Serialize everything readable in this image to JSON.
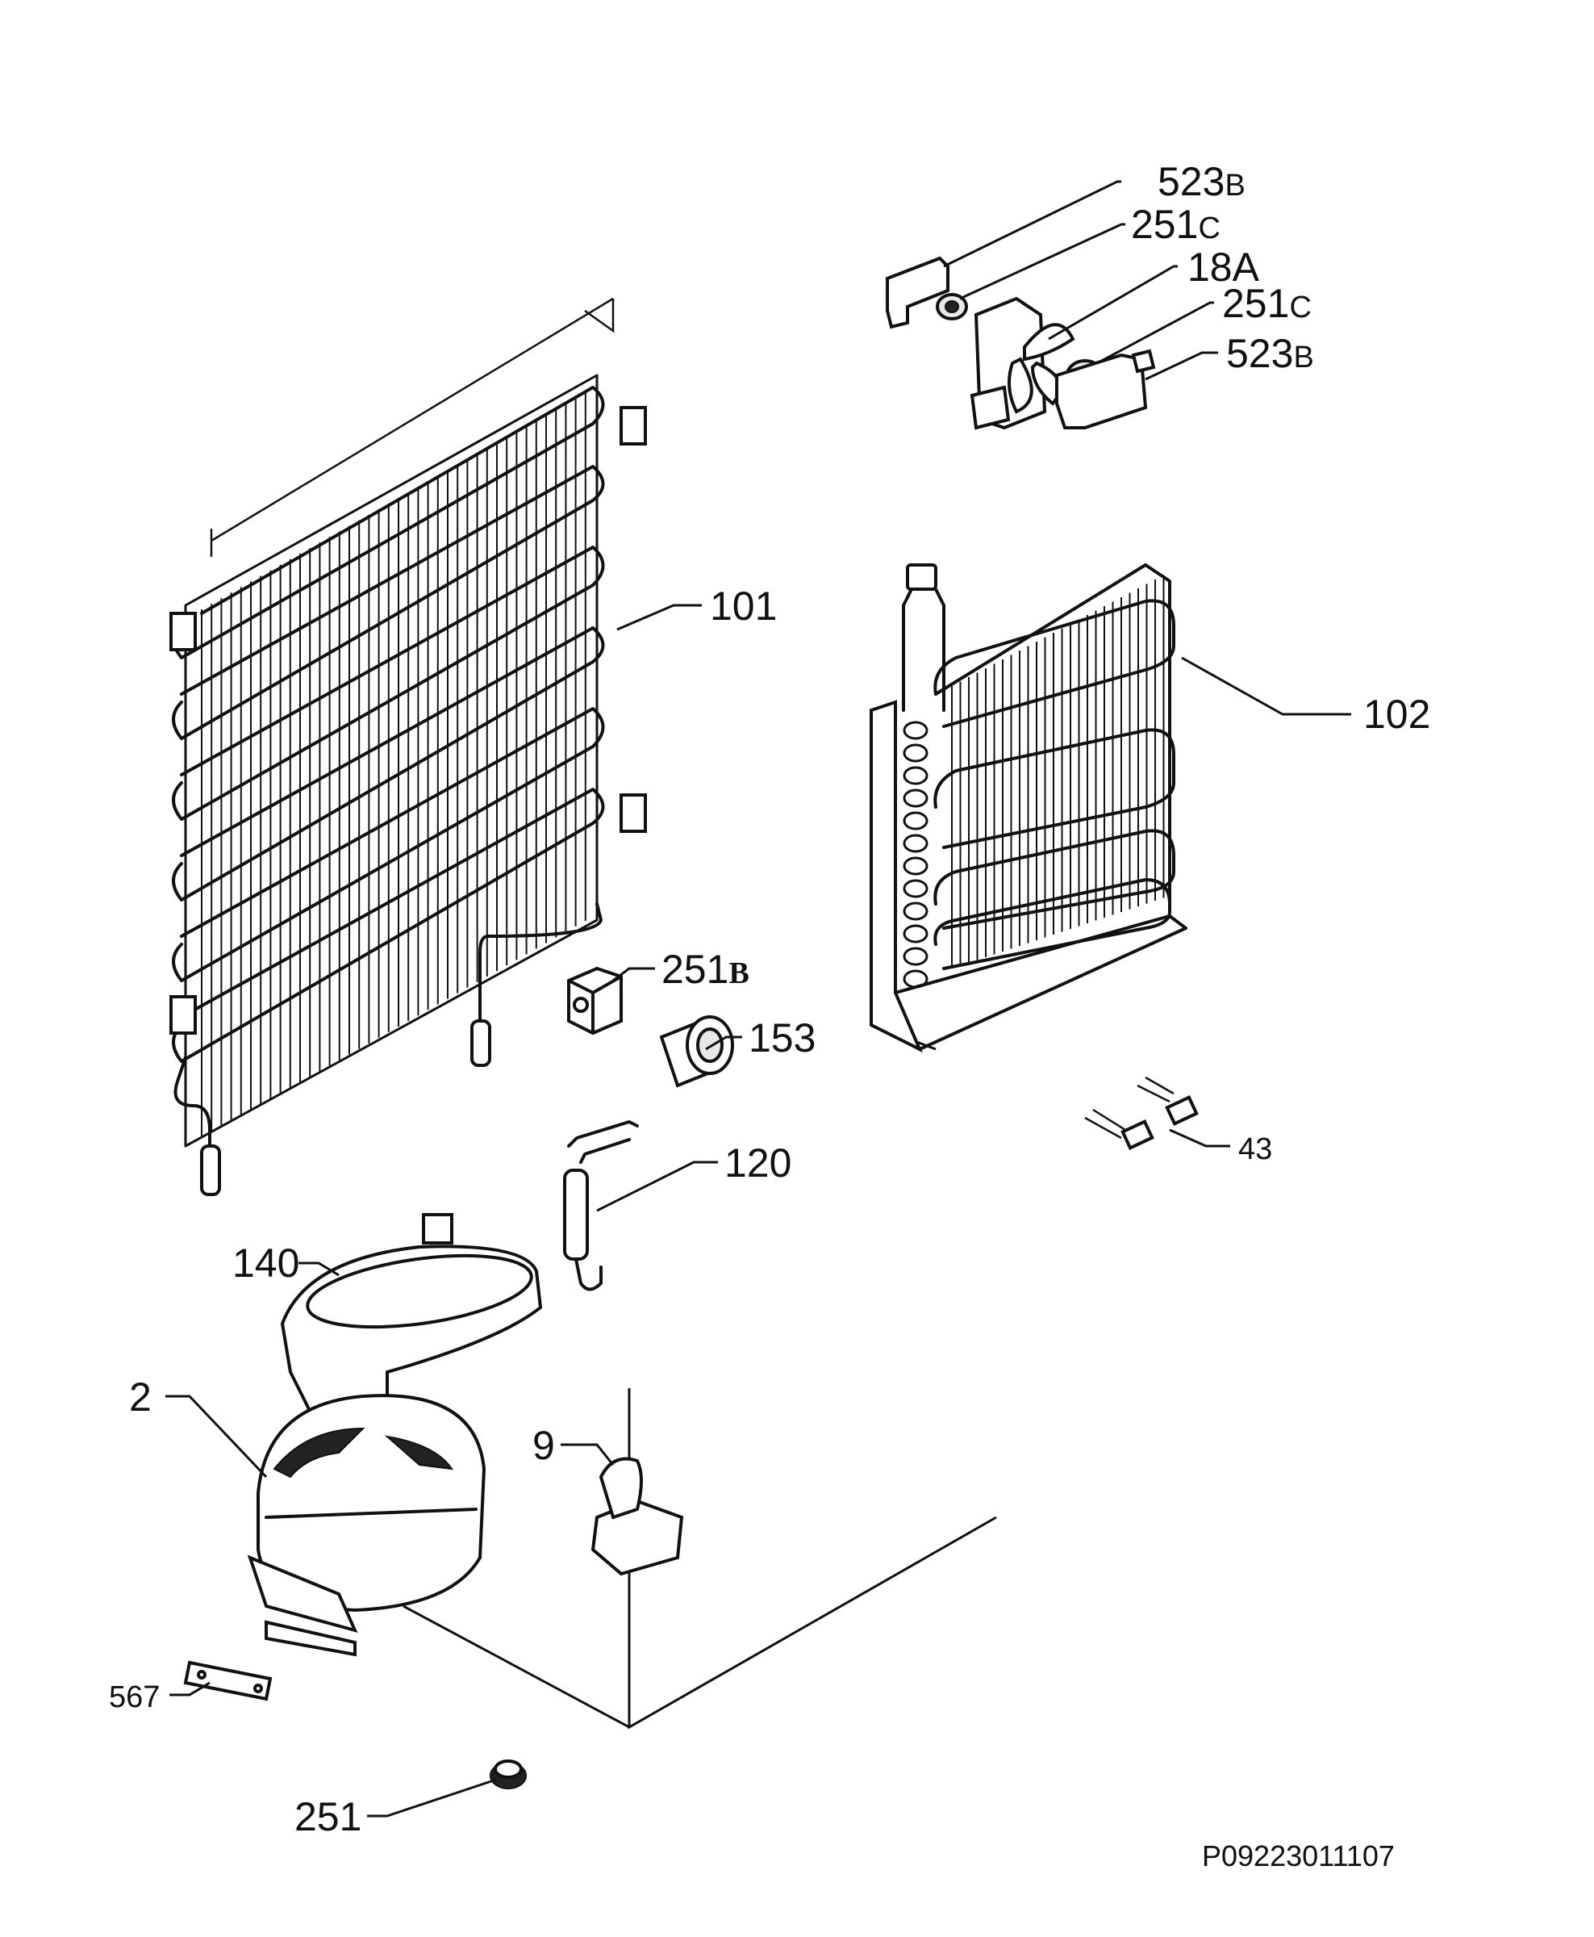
{
  "callouts": {
    "c523b_top": {
      "num": "523",
      "suffix": "B"
    },
    "c251c_top": {
      "num": "251",
      "suffix": "C"
    },
    "c18a": {
      "num": "18A",
      "suffix": ""
    },
    "c251c_bottom": {
      "num": "251",
      "suffix": "C"
    },
    "c523b_bottom": {
      "num": "523",
      "suffix": "B"
    },
    "c101": {
      "num": "101",
      "suffix": ""
    },
    "c102": {
      "num": "102",
      "suffix": ""
    },
    "c251b": {
      "num": "251",
      "suffix": "B"
    },
    "c153": {
      "num": "153",
      "suffix": ""
    },
    "c43": {
      "num": "43",
      "suffix": ""
    },
    "c120": {
      "num": "120",
      "suffix": ""
    },
    "c140": {
      "num": "140",
      "suffix": ""
    },
    "c2": {
      "num": "2",
      "suffix": ""
    },
    "c9": {
      "num": "9",
      "suffix": ""
    },
    "c567": {
      "num": "567",
      "suffix": ""
    },
    "c251": {
      "num": "251",
      "suffix": ""
    }
  },
  "drawing_code": "P09223011107"
}
